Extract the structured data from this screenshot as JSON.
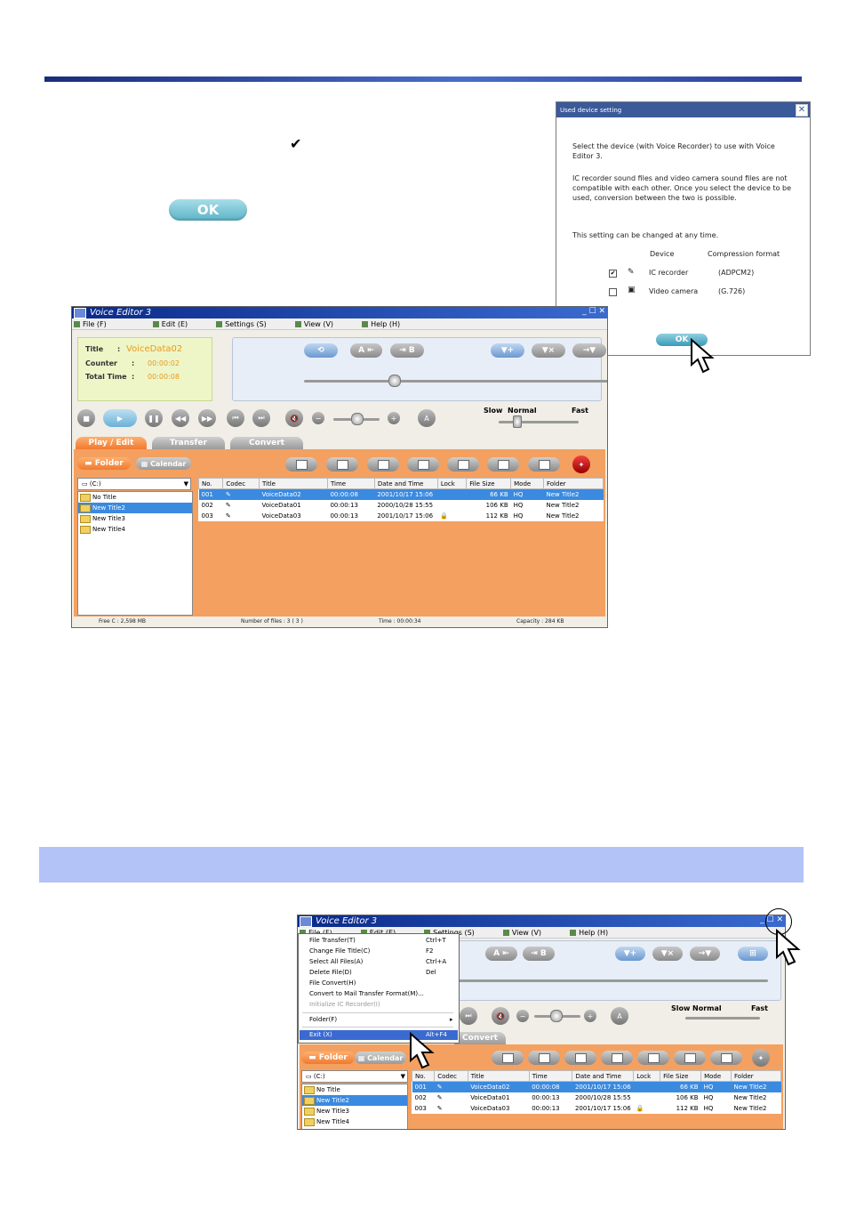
{
  "ok_button_label": "OK",
  "checkmark": "✔",
  "dialog": {
    "title": "Used device setting",
    "close": "✕",
    "para1": "Select the device (with Voice Recorder) to use with Voice Editor 3.",
    "para2": "IC recorder sound files and video camera sound files are not compatible with each other. Once you select the device to be used, conversion between the two is possible.",
    "para3": "This setting can be changed at any time.",
    "col_device": "Device",
    "col_format": "Compression format",
    "devices": [
      {
        "checked": "✔",
        "name": "IC recorder",
        "format": "(ADPCM2)"
      },
      {
        "checked": "",
        "name": "Video camera",
        "format": "(G.726)"
      }
    ],
    "ok": "OK"
  },
  "app": {
    "title": "Voice Editor 3",
    "controls": "_ ☐ ✕",
    "menu": [
      "File (F)",
      "Edit (E)",
      "Settings (S)",
      "View (V)",
      "Help (H)"
    ],
    "info": {
      "title_label": "Title",
      "title_sep": ":",
      "title_val": "VoiceData02",
      "counter_label": "Counter",
      "counter_sep": ":",
      "counter_val": "00:00:02",
      "total_label": "Total Time",
      "total_sep": ":",
      "total_val": "00:00:08"
    },
    "ab_a": "A",
    "ab_b": "B",
    "speed": {
      "slow": "Slow",
      "normal": "Normal",
      "fast": "Fast"
    },
    "tabs": [
      "Play / Edit",
      "Transfer",
      "Convert"
    ],
    "folder_btn": "Folder",
    "calendar_btn": "Calendar",
    "drive": "(C:)",
    "folders": [
      "No Title",
      "New Title2",
      "New Title3",
      "New Title4"
    ],
    "columns": [
      "No.",
      "Codec",
      "Title",
      "Time",
      "Date and Time",
      "Lock",
      "File Size",
      "Mode",
      "Folder"
    ],
    "rows": [
      [
        "001",
        "",
        "VoiceData02",
        "00:00:08",
        "2001/10/17 15:06",
        "",
        "66 KB",
        "HQ",
        "New Title2"
      ],
      [
        "002",
        "",
        "VoiceData01",
        "00:00:13",
        "2000/10/28 15:55",
        "",
        "106 KB",
        "HQ",
        "New Title2"
      ],
      [
        "003",
        "",
        "VoiceData03",
        "00:00:13",
        "2001/10/17 15:06",
        "",
        "112 KB",
        "HQ",
        "New Title2"
      ]
    ],
    "status": {
      "free": "Free  C : 2,598 MB",
      "files": "Number of files :  3 ( 3 )",
      "time": "Time :  00:00:34",
      "capacity": "Capacity :  284 KB"
    }
  },
  "filemenu": {
    "items": [
      {
        "label": "File Transfer(T)",
        "shortcut": "Ctrl+T"
      },
      {
        "label": "Change File Title(C)",
        "shortcut": "F2"
      },
      {
        "label": "Select All Files(A)",
        "shortcut": "Ctrl+A"
      },
      {
        "label": "Delete File(D)",
        "shortcut": "Del"
      },
      {
        "label": "File Convert(H)",
        "shortcut": ""
      },
      {
        "label": "Convert to Mail Transfer Format(M)...",
        "shortcut": ""
      },
      {
        "label": "Initialize IC Recorder(I)",
        "shortcut": ""
      }
    ],
    "folder": "Folder(F)",
    "folder_arrow": "▸",
    "exit": "Exit (X)",
    "exit_shortcut": "Alt+F4"
  }
}
